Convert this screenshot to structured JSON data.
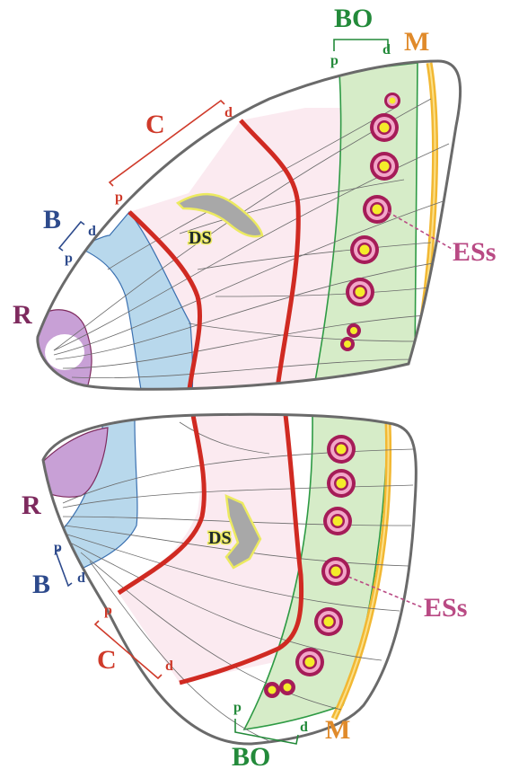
{
  "colors": {
    "R": "#7e2a5e",
    "B": "#2d4a8c",
    "C": "#cf3a2a",
    "BO": "#238a3a",
    "M": "#e08a2a",
    "ESs": "#b94a84",
    "DS": "#1f2a2a"
  },
  "forewing": {
    "R": "R",
    "B": "B",
    "B_p": "p",
    "B_d": "d",
    "C": "C",
    "C_p": "p",
    "C_d": "d",
    "DS": "DS",
    "BO": "BO",
    "BO_p": "p",
    "BO_d": "d",
    "M": "M",
    "ESs": "ESs"
  },
  "hindwing": {
    "R": "R",
    "B": "B",
    "B_p": "p",
    "B_d": "d",
    "C": "C",
    "C_p": "p",
    "C_d": "d",
    "DS": "DS",
    "BO": "BO",
    "BO_p": "p",
    "BO_d": "d",
    "M": "M",
    "ESs": "ESs"
  }
}
